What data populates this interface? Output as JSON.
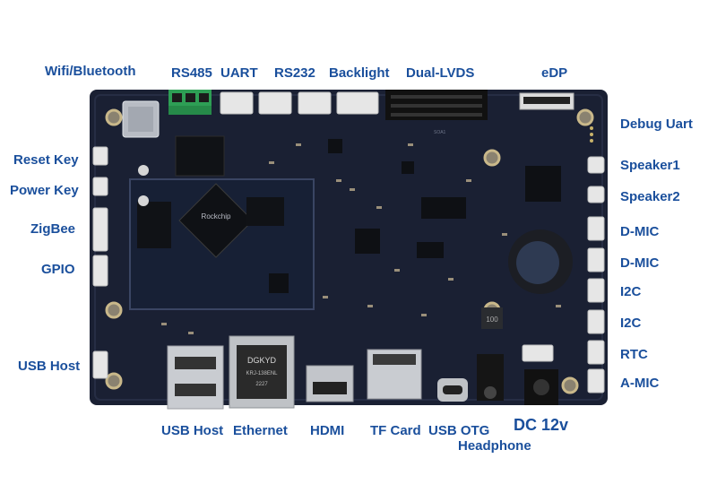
{
  "labels_top": {
    "wifi": "Wifi/Bluetooth",
    "rs485": "RS485",
    "uart": "UART",
    "rs232": "RS232",
    "backlight": "Backlight",
    "dual_lvds": "Dual-LVDS",
    "edp": "eDP"
  },
  "labels_left": {
    "reset_key": "Reset Key",
    "power_key": "Power Key",
    "zigbee": "ZigBee",
    "gpio": "GPIO",
    "usb_host": "USB Host"
  },
  "labels_right": {
    "debug_uart": "Debug Uart",
    "speaker1": "Speaker1",
    "speaker2": "Speaker2",
    "dmic1": "D-MIC",
    "dmic2": "D-MIC",
    "i2c1": "I2C",
    "i2c2": "I2C",
    "rtc": "RTC",
    "amic": "A-MIC"
  },
  "labels_bottom": {
    "usb_host": "USB Host",
    "ethernet": "Ethernet",
    "hdmi": "HDMI",
    "tf_card": "TF Card",
    "usb_otg": "USB OTG",
    "headphone": "Headphone",
    "dc": "DC 12v"
  },
  "silkscreen": {
    "soc_logo": "Rockchip",
    "eth_top": "DGKYD",
    "eth_model": "KRJ-138ENL",
    "eth_code": "2227",
    "inductor": "100",
    "soa": "SOA1"
  }
}
